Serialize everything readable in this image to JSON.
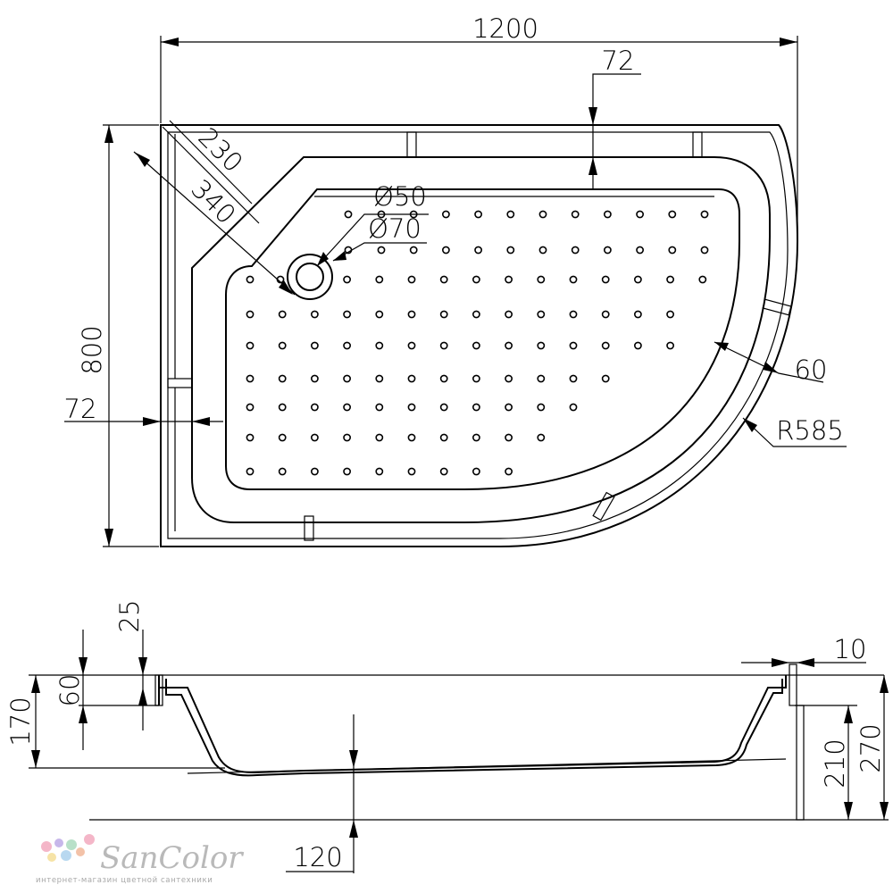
{
  "plan_view": {
    "dimensions": {
      "width": "1200",
      "depth": "800",
      "rim_top": "72",
      "rim_left": "72",
      "corner_230": "230",
      "corner_340": "340",
      "drain_50": "Ø50",
      "drain_70": "Ø70",
      "rim_arc": "60",
      "radius": "R585"
    }
  },
  "section_view": {
    "dimensions": {
      "lip_25": "25",
      "height_60": "60",
      "height_170": "170",
      "rim_10": "10",
      "height_270": "270",
      "height_210": "210",
      "leg_120": "120"
    }
  },
  "logo": {
    "name": "SanColor",
    "tagline": "интернет-магазин цветной сантехники",
    "dot_colors": [
      "#f4b6c8",
      "#c7b7ea",
      "#b8e0c8",
      "#f6e3a6",
      "#b8d8f0",
      "#f3c2a8"
    ]
  }
}
